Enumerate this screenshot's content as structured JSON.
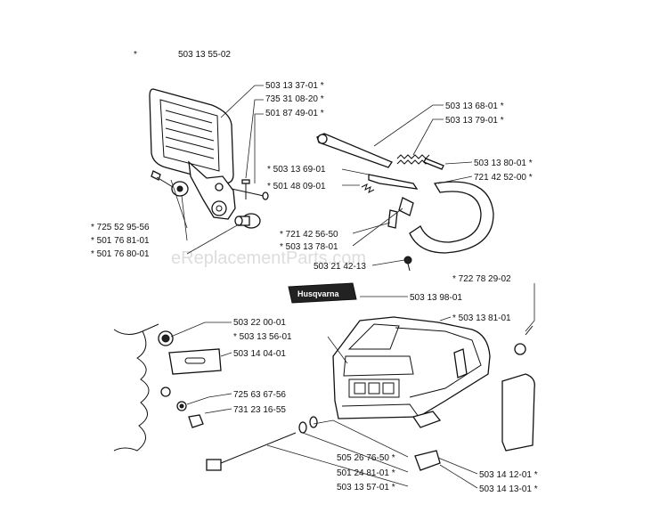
{
  "header": {
    "star": "*",
    "part_number": "503 13 55-02"
  },
  "watermark": "eReplacementParts.com",
  "brand_plate": "Husqvarna",
  "labels": [
    {
      "id": "l01",
      "text": "503 13 37-01  *"
    },
    {
      "id": "l02",
      "text": "735 31 08-20  *"
    },
    {
      "id": "l03",
      "text": "501 87 49-01  *"
    },
    {
      "id": "l04",
      "text": "503 13 68-01  *"
    },
    {
      "id": "l05",
      "text": "503 13 79-01  *"
    },
    {
      "id": "l06",
      "text": "*  503 13 69-01"
    },
    {
      "id": "l07",
      "text": "*  501 48 09-01"
    },
    {
      "id": "l08",
      "text": "503 13 80-01  *"
    },
    {
      "id": "l09",
      "text": "721 42 52-00  *"
    },
    {
      "id": "l10",
      "text": "*  725 52 95-56"
    },
    {
      "id": "l11",
      "text": "*  501 76 81-01"
    },
    {
      "id": "l12",
      "text": "*  501 76 80-01"
    },
    {
      "id": "l13",
      "text": "*  721 42 56-50"
    },
    {
      "id": "l14",
      "text": "*  503 13 78-01"
    },
    {
      "id": "l15",
      "text": "503 21 42-13"
    },
    {
      "id": "l16",
      "text": "*  722 78 29-02"
    },
    {
      "id": "l17",
      "text": "503 13 98-01"
    },
    {
      "id": "l18",
      "text": "503 22 00-01"
    },
    {
      "id": "l19",
      "text": "*  503 13 81-01"
    },
    {
      "id": "l20",
      "text": "*  503 13 56-01"
    },
    {
      "id": "l21",
      "text": "503 14 04-01"
    },
    {
      "id": "l22",
      "text": "725 63 67-56"
    },
    {
      "id": "l23",
      "text": "731 23 16-55"
    },
    {
      "id": "l24",
      "text": "505 26 76-50  *"
    },
    {
      "id": "l25",
      "text": "501 24 81-01  *"
    },
    {
      "id": "l26",
      "text": "503 13 57-01  *"
    },
    {
      "id": "l27",
      "text": "503 14 12-01  *"
    },
    {
      "id": "l28",
      "text": "503 14 13-01  *"
    }
  ]
}
